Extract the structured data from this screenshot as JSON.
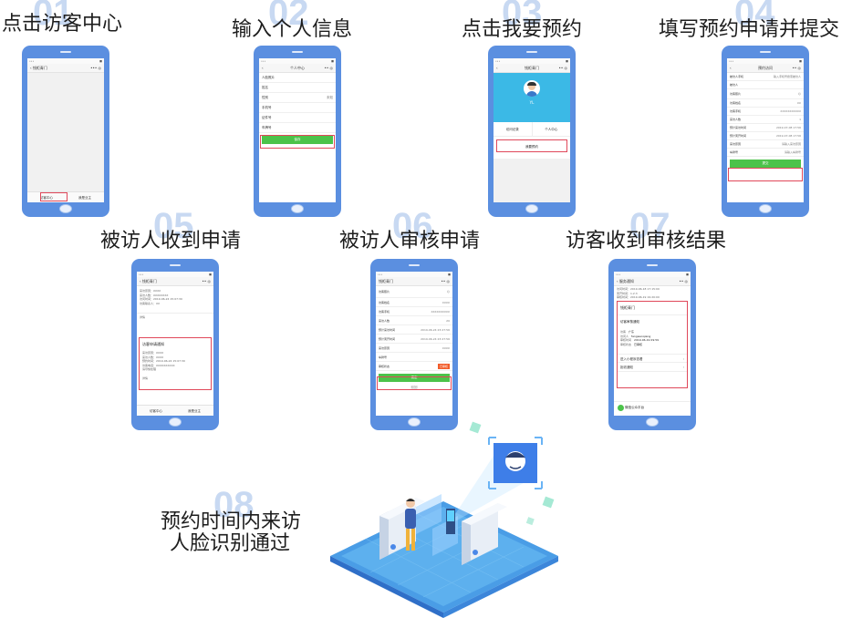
{
  "steps": [
    {
      "num": "01",
      "title": "点击访客中心"
    },
    {
      "num": "02",
      "title": "输入个人信息"
    },
    {
      "num": "03",
      "title": "点击我要预约"
    },
    {
      "num": "04",
      "title": "填写预约申请并提交"
    },
    {
      "num": "05",
      "title": "被访人收到申请"
    },
    {
      "num": "06",
      "title": "被访人审核申请"
    },
    {
      "num": "07",
      "title": "访客收到审核结果"
    },
    {
      "num": "08",
      "title_line1": "预约时间内来访",
      "title_line2": "人脸识别通过"
    }
  ],
  "phone1": {
    "nav": "钱柜青门",
    "tabs": [
      "访客中心",
      "我是业主"
    ]
  },
  "phone2": {
    "nav": "个人中心",
    "rows": [
      {
        "label": "人脸照片",
        "value": ""
      },
      {
        "label": "姓名",
        "value": ""
      },
      {
        "label": "性别",
        "value": "未知"
      },
      {
        "label": "手机号",
        "value": ""
      },
      {
        "label": "证件号",
        "value": ""
      },
      {
        "label": "车牌号",
        "value": ""
      }
    ],
    "save": "保存"
  },
  "phone3": {
    "nav": "钱柜青门",
    "avatar_name": "YL",
    "buttons": [
      "访问记录",
      "个人中心"
    ],
    "reserve": "我要预约"
  },
  "phone4": {
    "nav": "预约访问",
    "rows": [
      {
        "label": "被访人手机",
        "value": "输入手机号搜索被访人"
      },
      {
        "label": "被访人",
        "value": ""
      },
      {
        "label": "访客照片",
        "value": ""
      },
      {
        "label": "访客姓名",
        "value": "XX"
      },
      {
        "label": "访客手机",
        "value": "XXXXXXXXXXX"
      },
      {
        "label": "来访人数",
        "value": "1"
      },
      {
        "label": "预计来访时间",
        "value": "2019-07-08 17:56"
      },
      {
        "label": "预计离开时间",
        "value": "2019-07-08 17:56"
      },
      {
        "label": "来访原因",
        "value": "请输入来访原因"
      },
      {
        "label": "车牌号",
        "value": "请输入车牌号"
      }
    ],
    "submit": "提交"
  },
  "phone5": {
    "nav": "钱柜青门",
    "msg1": [
      "来访原因：XXXX",
      "来访人数：XXXXXXXX",
      "访问时间：2019-06-24 15:07:30",
      "访客联系人：XX"
    ],
    "card_title": "访客申请通知",
    "card_lines": [
      "来访原因：XXXX",
      "来访人数：XXXX",
      "预约时间：2019-06-24 15:07:30",
      "访客电话：XXXXXXXXXX",
      "请尽快处理"
    ],
    "detail": "详情",
    "tabs": [
      "访客中心",
      "我是业主"
    ]
  },
  "phone6": {
    "nav": "钱柜青门",
    "rows": [
      {
        "label": "访客照片",
        "value": ""
      },
      {
        "label": "访客姓名",
        "value": "XXXX"
      },
      {
        "label": "访客手机",
        "value": "XXXXXXXXXX"
      },
      {
        "label": "来访人数",
        "value": "20"
      },
      {
        "label": "预计来访时间",
        "value": "2019-06-24 23:27:56"
      },
      {
        "label": "预计离开时间",
        "value": "2019-06-24 23:27:56"
      },
      {
        "label": "来访原因",
        "value": "XXXX"
      },
      {
        "label": "车牌号",
        "value": ""
      },
      {
        "label": "审核状态",
        "value": "已审核"
      }
    ],
    "confirm": "确定",
    "reject": "驳回"
  },
  "phone7": {
    "nav": "服务通知",
    "top_lines": [
      "访问时间：2019-06-18 17:15:00",
      "离开时间：1.2.3",
      "审核时间：2019-06-19 19:20:00"
    ],
    "card_title": "钱柜青门",
    "card_sub": "访客审核通知",
    "fields": [
      {
        "label": "访客",
        "value": "广东"
      },
      {
        "label": "访问人",
        "value": "fangwenqiang"
      },
      {
        "label": "审核时间",
        "value": "2019-06-19 09:59"
      },
      {
        "label": "审核状态",
        "value": "已审核"
      }
    ],
    "links": [
      "进入小程序查看",
      "拒收通知"
    ],
    "footer": "微信公众平台"
  },
  "colors": {
    "phone_body": "#5b8fe0",
    "accent_green": "#4cc34a",
    "highlight_red": "#e0485a",
    "step_number": "#c8d9f2",
    "gate_blue": "#4a88e8"
  }
}
